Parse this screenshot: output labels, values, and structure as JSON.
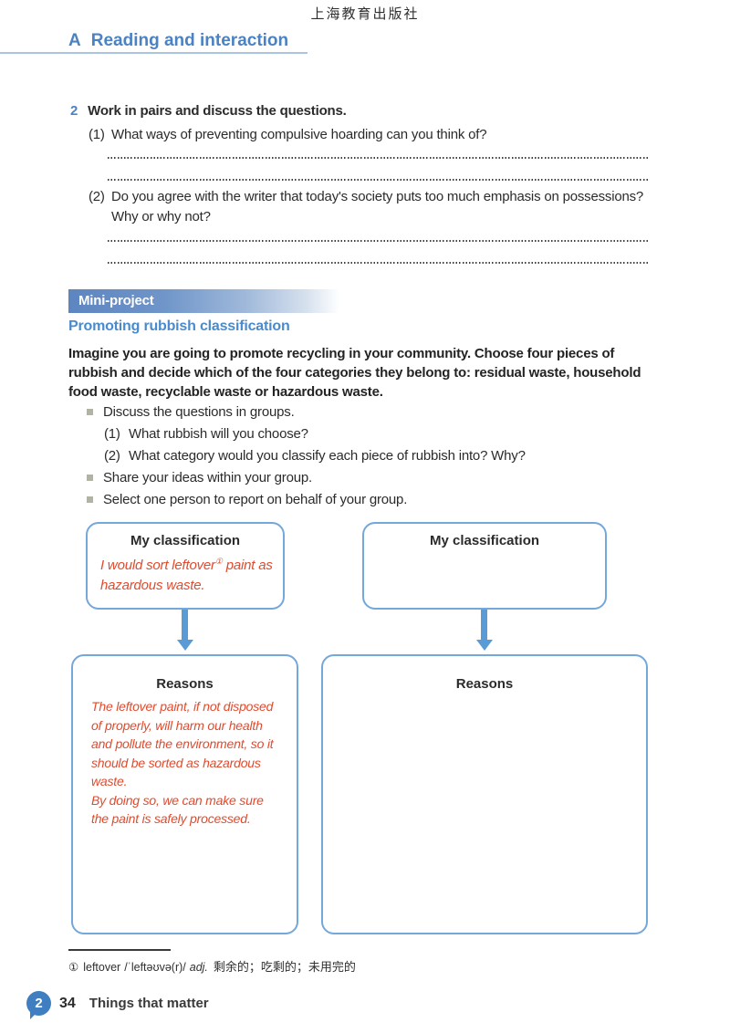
{
  "colors": {
    "accent_blue": "#4a82c3",
    "project_blue": "#4a8bce",
    "banner_blue": "#5d85c0",
    "box_border": "#74a7da",
    "arrow_blue": "#5b9bd5",
    "handwriting_red": "#e04b2e",
    "bullet_gray": "#b3b3a3",
    "badge_blue": "#3f7fc1"
  },
  "page": {
    "publisher": "上海教育出版社"
  },
  "section": {
    "letter": "A",
    "title": "Reading and interaction"
  },
  "exercise": {
    "number": "2",
    "title": "Work in pairs and discuss the questions.",
    "questions": [
      {
        "num": "(1)",
        "text": "What ways of preventing compulsive hoarding can you think of?"
      },
      {
        "num": "(2)",
        "text": "Do you agree with the writer that today's society puts too much emphasis on possessions? Why or why not?"
      }
    ]
  },
  "mini_project": {
    "banner_label": "Mini-project",
    "title": "Promoting rubbish classification",
    "intro": "Imagine you are going to promote recycling in your community. Choose four pieces of rubbish and decide which of the four categories they belong to: residual waste, household food waste, recyclable waste or hazardous waste.",
    "steps": [
      {
        "text": "Discuss the questions in groups.",
        "questions": [
          {
            "num": "(1)",
            "text": "What rubbish will you choose?"
          },
          {
            "num": "(2)",
            "text": "What category would you classify each piece of rubbish into? Why?"
          }
        ]
      },
      {
        "text": "Share your ideas within your group."
      },
      {
        "text": "Select one person to report on behalf of your group."
      }
    ]
  },
  "diagram": {
    "left_classification": {
      "title": "My classification",
      "note_pre": "I would sort leftover",
      "note_ref": "①",
      "note_post": " paint as hazardous waste."
    },
    "right_classification": {
      "title": "My classification"
    },
    "left_reasons": {
      "title": "Reasons",
      "sentences": [
        "The leftover paint, if not disposed of properly, will harm our health and pollute the environment, so it should be sorted as hazardous waste.",
        "By doing so, we can make sure the paint is safely processed."
      ]
    },
    "right_reasons": {
      "title": "Reasons"
    }
  },
  "footnote": {
    "marker": "①",
    "word": "leftover",
    "phonetic": "/ˈleftəʊvə(r)/",
    "pos": "adj.",
    "meaning": "剩余的；吃剩的；未用完的"
  },
  "footer": {
    "unit_badge": "2",
    "page_number": "34",
    "unit_title": "Things that matter"
  }
}
